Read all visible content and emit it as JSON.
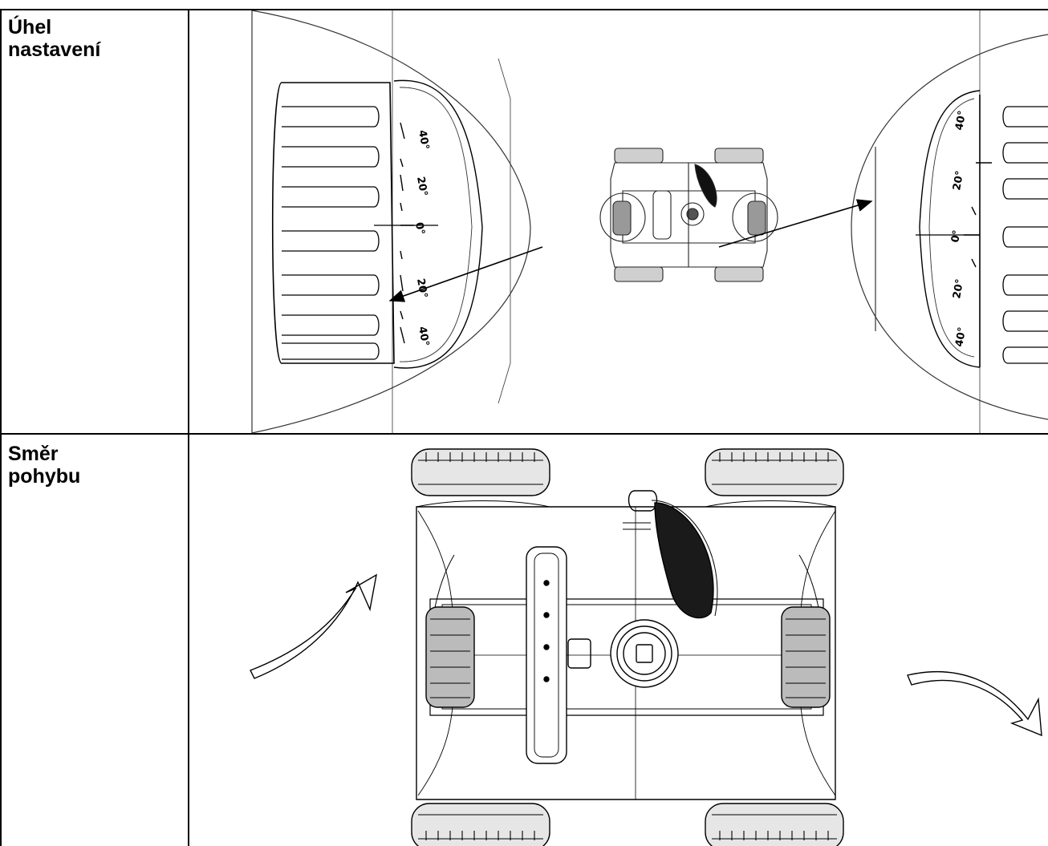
{
  "rows": [
    {
      "label_line1": "Úhel",
      "label_line2": "nastavení"
    },
    {
      "label_line1": "Směr",
      "label_line2": "pohybu"
    }
  ],
  "scale_labels_left": [
    "40°",
    "20°",
    "0°",
    "20°",
    "40°"
  ],
  "scale_labels_right": [
    "40°",
    "20°",
    "0°",
    "20°",
    "40°"
  ]
}
